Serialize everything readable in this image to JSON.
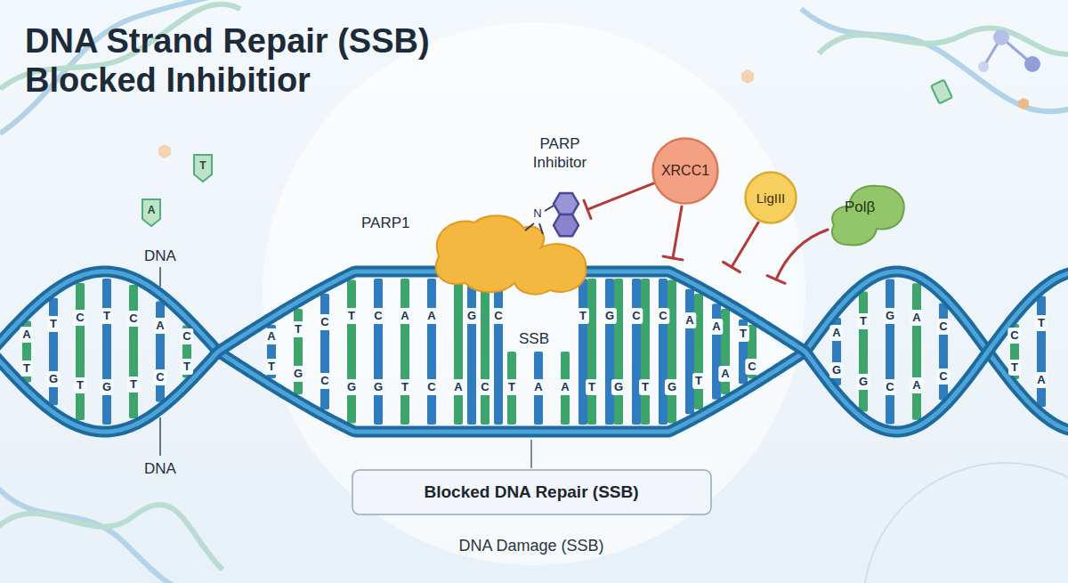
{
  "diagram": {
    "title": "DNA Strand Repair (SSB) Blocked Inhibitior",
    "nodes": [
      {
        "text": [
          "PARP1"
        ]
      },
      {
        "text": [
          "PARP Inhibitor"
        ]
      },
      {
        "text": [
          "XRCC1"
        ]
      },
      {
        "text": [
          "LigIII"
        ]
      },
      {
        "text": [
          "Polβ"
        ]
      },
      {
        "text": [
          "Blocked DNA Repair (SSB)"
        ]
      }
    ],
    "edges": [
      {
        "from": 2,
        "to": 1,
        "arrow": "to"
      }
    ],
    "labels": [
      "A",
      "T",
      "DNA",
      "N",
      "SSB",
      "DNA",
      "DNA Damage (SSB)",
      "A",
      "T",
      "C",
      "T",
      "C",
      "A",
      "C",
      "A",
      "T",
      "C",
      "T",
      "C",
      "A",
      "A",
      "G",
      "C",
      "T",
      "G",
      "C",
      "C",
      "A",
      "A",
      "T",
      "A",
      "T",
      "G",
      "A",
      "C",
      "C",
      "T",
      "T",
      "G",
      "T",
      "G",
      "T",
      "C",
      "T",
      "T",
      "G",
      "C",
      "G",
      "G",
      "T",
      "C",
      "A",
      "C",
      "T",
      "A",
      "A",
      "T",
      "G",
      "T",
      "G",
      "T",
      "A",
      "C",
      "G",
      "G",
      "C",
      "A",
      "C",
      "T",
      "A"
    ]
  }
}
